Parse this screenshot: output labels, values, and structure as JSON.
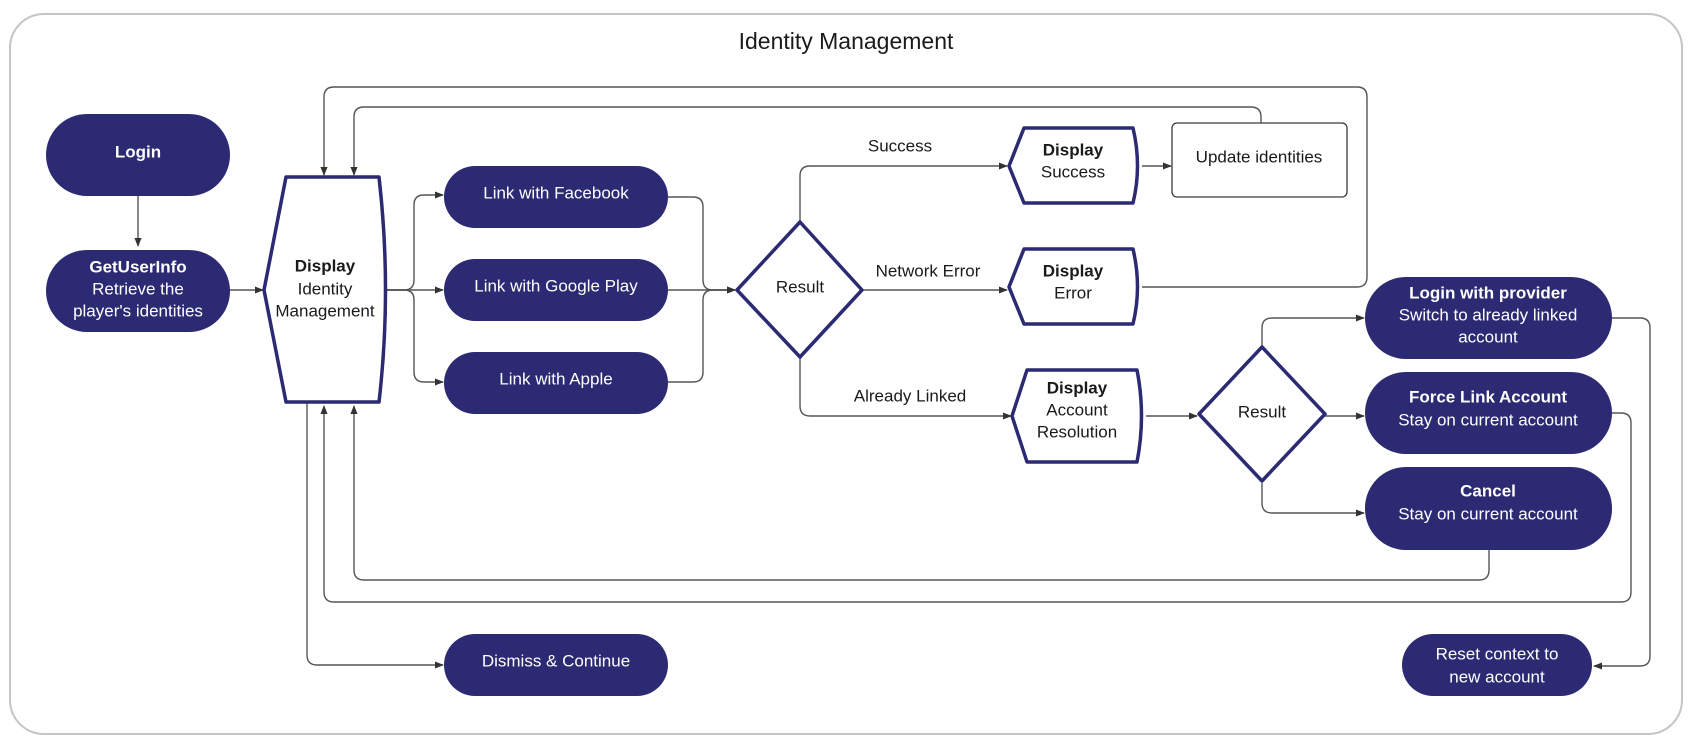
{
  "title": "Identity Management",
  "colors": {
    "primary": "#2b2a72",
    "line": "#555555",
    "frame": "#c4c4c4"
  },
  "nodes": {
    "login": {
      "title": "Login"
    },
    "getuserinfo": {
      "title": "GetUserInfo",
      "line1": "Retrieve the",
      "line2": "player's identities"
    },
    "display_identity": {
      "title": "Display",
      "line1": "Identity",
      "line2": "Management"
    },
    "link_facebook": {
      "title": "Link with Facebook"
    },
    "link_google": {
      "title": "Link with Google Play"
    },
    "link_apple": {
      "title": "Link with Apple"
    },
    "result_1": {
      "title": "Result"
    },
    "display_success": {
      "title": "Display",
      "line1": "Success"
    },
    "update_identities": {
      "title": "Update identities"
    },
    "display_error": {
      "title": "Display",
      "line1": "Error"
    },
    "display_account_resolution": {
      "title": "Display",
      "line1": "Account",
      "line2": "Resolution"
    },
    "result_2": {
      "title": "Result"
    },
    "login_with_provider": {
      "title": "Login with provider",
      "line1": "Switch to already linked",
      "line2": "account"
    },
    "force_link_account": {
      "title": "Force Link Account",
      "line1": "Stay on current account"
    },
    "cancel": {
      "title": "Cancel",
      "line1": "Stay on current account"
    },
    "dismiss_continue": {
      "title": "Dismiss & Continue"
    },
    "reset_context": {
      "line1": "Reset context to",
      "line2": "new account"
    }
  },
  "edge_labels": {
    "success": "Success",
    "network_error": "Network Error",
    "already_linked": "Already Linked"
  }
}
